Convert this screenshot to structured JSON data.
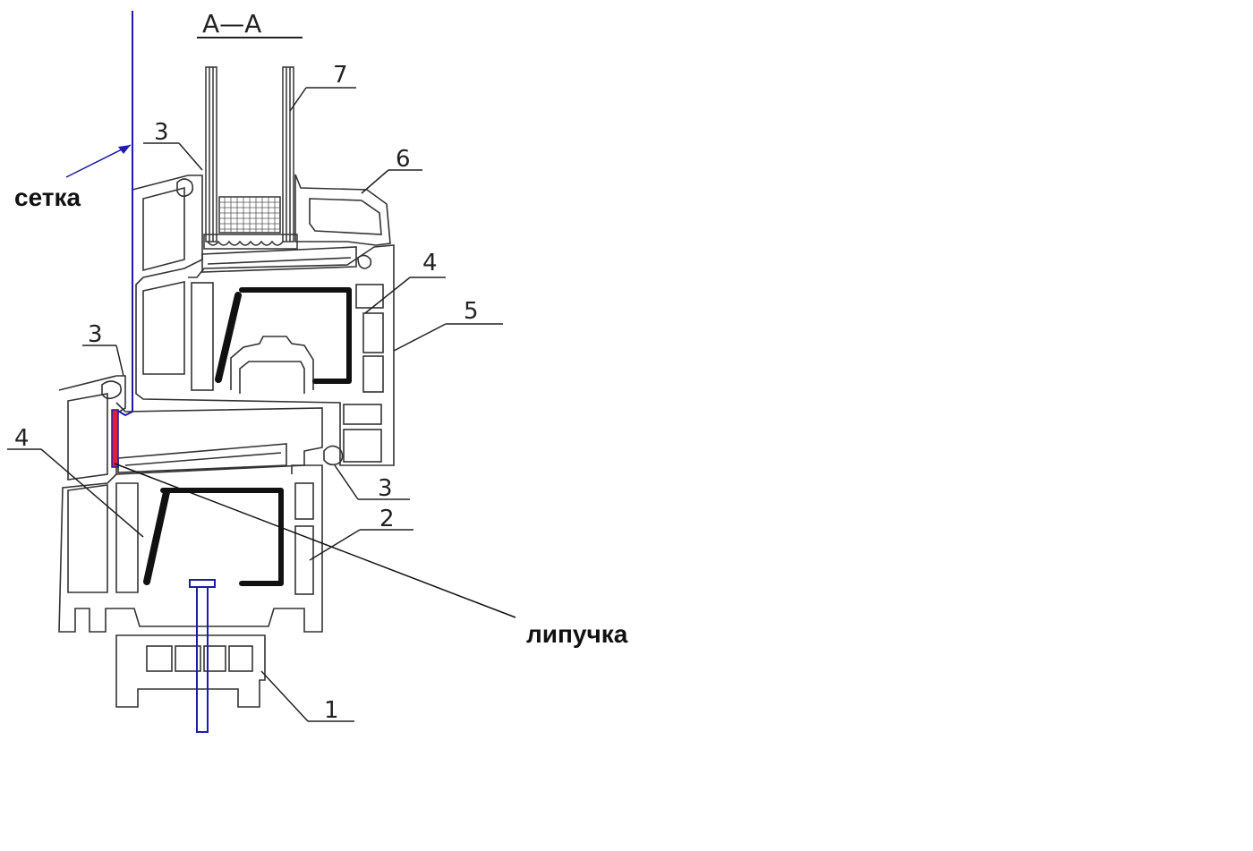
{
  "section_label": "A—A",
  "callouts": {
    "label_1": "1",
    "label_2": "2",
    "label_3_top": "3",
    "label_3_mid": "3",
    "label_3_right": "3",
    "label_4_right": "4",
    "label_4_left": "4",
    "label_5": "5",
    "label_6": "6",
    "label_7": "7"
  },
  "annotations": {
    "mesh_label": "сетка",
    "velcro_label": "липучка"
  },
  "colors": {
    "profile_line": "#3a3a3a",
    "reinforcement": "#111111",
    "mesh": "#1c1ca8",
    "velcro": "#e0203a",
    "text": "#111111"
  }
}
